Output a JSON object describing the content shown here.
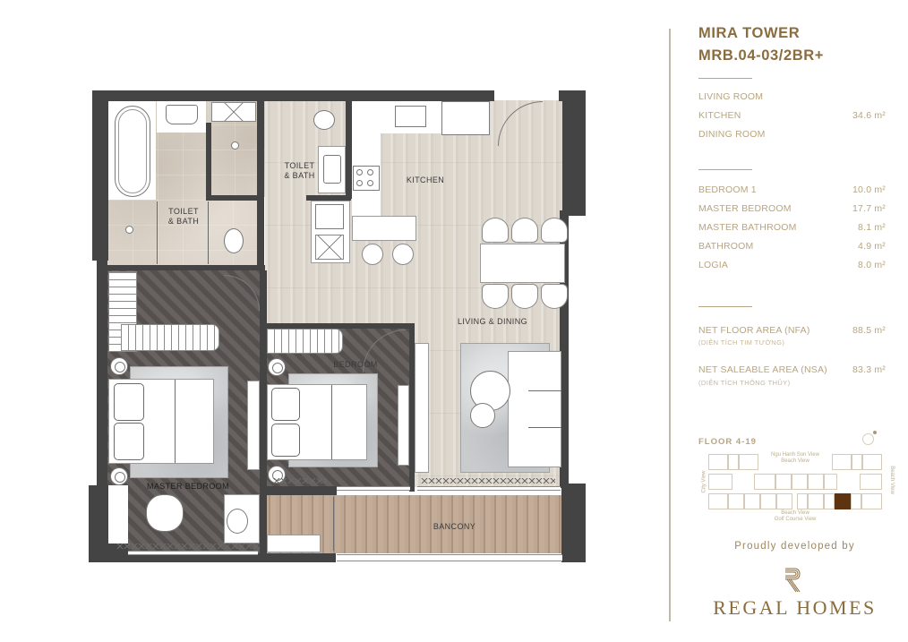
{
  "project": {
    "tower": "MIRA TOWER",
    "unit": "MRB.04-03/2BR+"
  },
  "area_groups": [
    {
      "rows": [
        {
          "label": "LIVING ROOM",
          "value": ""
        },
        {
          "label": "KITCHEN",
          "value": "34.6 m²"
        },
        {
          "label": "DINING ROOM",
          "value": ""
        }
      ]
    },
    {
      "rows": [
        {
          "label": "BEDROOM 1",
          "value": "10.0 m²"
        },
        {
          "label": "MASTER BEDROOM",
          "value": "17.7 m²"
        },
        {
          "label": "MASTER BATHROOM",
          "value": "8.1 m²"
        },
        {
          "label": "BATHROOM",
          "value": "4.9 m²"
        },
        {
          "label": "LOGIA",
          "value": "8.0 m²"
        }
      ]
    }
  ],
  "totals": {
    "nfa": {
      "label": "NET FLOOR AREA (NFA)",
      "sub": "(DIỆN TÍCH TIM TƯỜNG)",
      "value": "88.5 m²"
    },
    "nsa": {
      "label": "NET SALEABLE AREA (NSA)",
      "sub": "(DIỆN TÍCH THÔNG THỦY)",
      "value": "83.3 m²"
    }
  },
  "keyplan": {
    "floor": "FLOOR 4-19",
    "view_top": "Ngu Hanh Son View\nBeach View",
    "view_bottom": "Beach View\nGolf Course View",
    "view_left": "City View",
    "view_right": "Beach View",
    "highlight_color": "#5e3410"
  },
  "developer": {
    "tagline": "Proudly developed by",
    "brand": "REGAL HOMES"
  },
  "rooms": {
    "toilet_bath_1": "TOILET\n& BATH",
    "toilet_bath_2": "TOILET\n& BATH",
    "kitchen": "KITCHEN",
    "living_dining": "LIVING & DINING",
    "bedroom": "BEDROOM",
    "master_bedroom": "MASTER BEDROOM",
    "balcony": "BANCONY"
  },
  "colors": {
    "title": "#8a6c3f",
    "text": "#b9a57e",
    "wall": "#444444",
    "divider": "#c2b8a7"
  }
}
